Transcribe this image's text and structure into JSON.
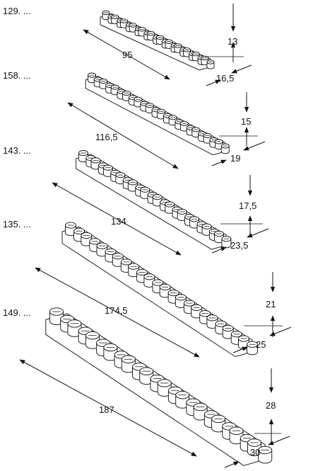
{
  "items": [
    {
      "label": "129. ...",
      "length": "95",
      "height": "13",
      "width": "16,5"
    },
    {
      "label": "158. ...",
      "length": "116,5",
      "height": "15",
      "width": "19"
    },
    {
      "label": "143. ...",
      "length": "134",
      "height": "17,5",
      "width": "23,5"
    },
    {
      "label": "135. ...",
      "length": "174,5",
      "height": "21",
      "width": "25"
    },
    {
      "label": "149. ...",
      "length": "187",
      "height": "28",
      "width": "30"
    }
  ]
}
